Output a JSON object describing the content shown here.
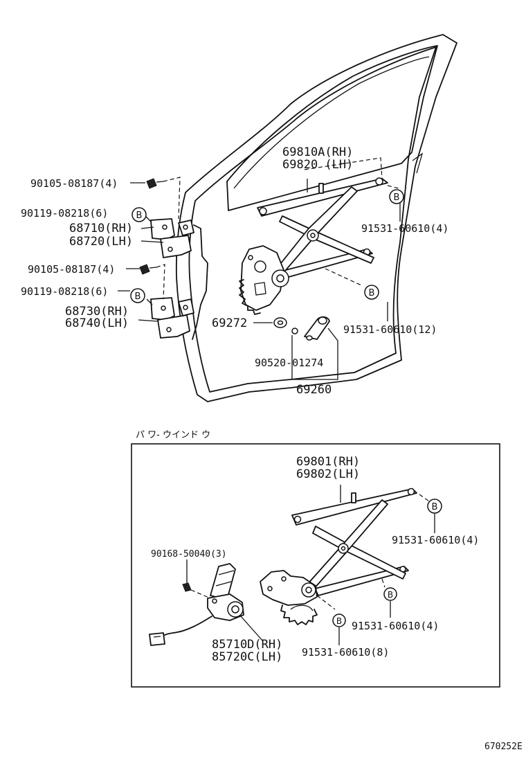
{
  "upper_labels": {
    "p_90105_08187_top": "90105-08187(4)",
    "p_90119_08218_top": "90119-08218(6)",
    "p_68710": "68710(RH)",
    "p_68720": "68720(LH)",
    "p_90105_08187_mid": "90105-08187(4)",
    "p_90119_08218_mid": "90119-08218(6)",
    "p_68730": "68730(RH)",
    "p_68740": "68740(LH)",
    "p_69810A": "69810A(RH)",
    "p_69820": "69820  (LH)",
    "p_91531_60610_4": "91531-60610(4)",
    "p_91531_60610_12": "91531-60610(12)",
    "p_69272": "69272",
    "p_90520_01274": "90520-01274",
    "p_69260": "69260"
  },
  "power_window": {
    "heading": "パ ワ- ウインド ウ",
    "p_69801": "69801(RH)",
    "p_69802": "69802(LH)",
    "p_91531_60610_4a": "91531-60610(4)",
    "p_90168_50040": "90168-50040(3)",
    "p_91531_60610_4b": "91531-60610(4)",
    "p_85710D": "85710D(RH)",
    "p_85720C": "85720C(LH)",
    "p_91531_60610_8": "91531-60610(8)"
  },
  "callout_letter": "B",
  "figure_code": "670252E"
}
